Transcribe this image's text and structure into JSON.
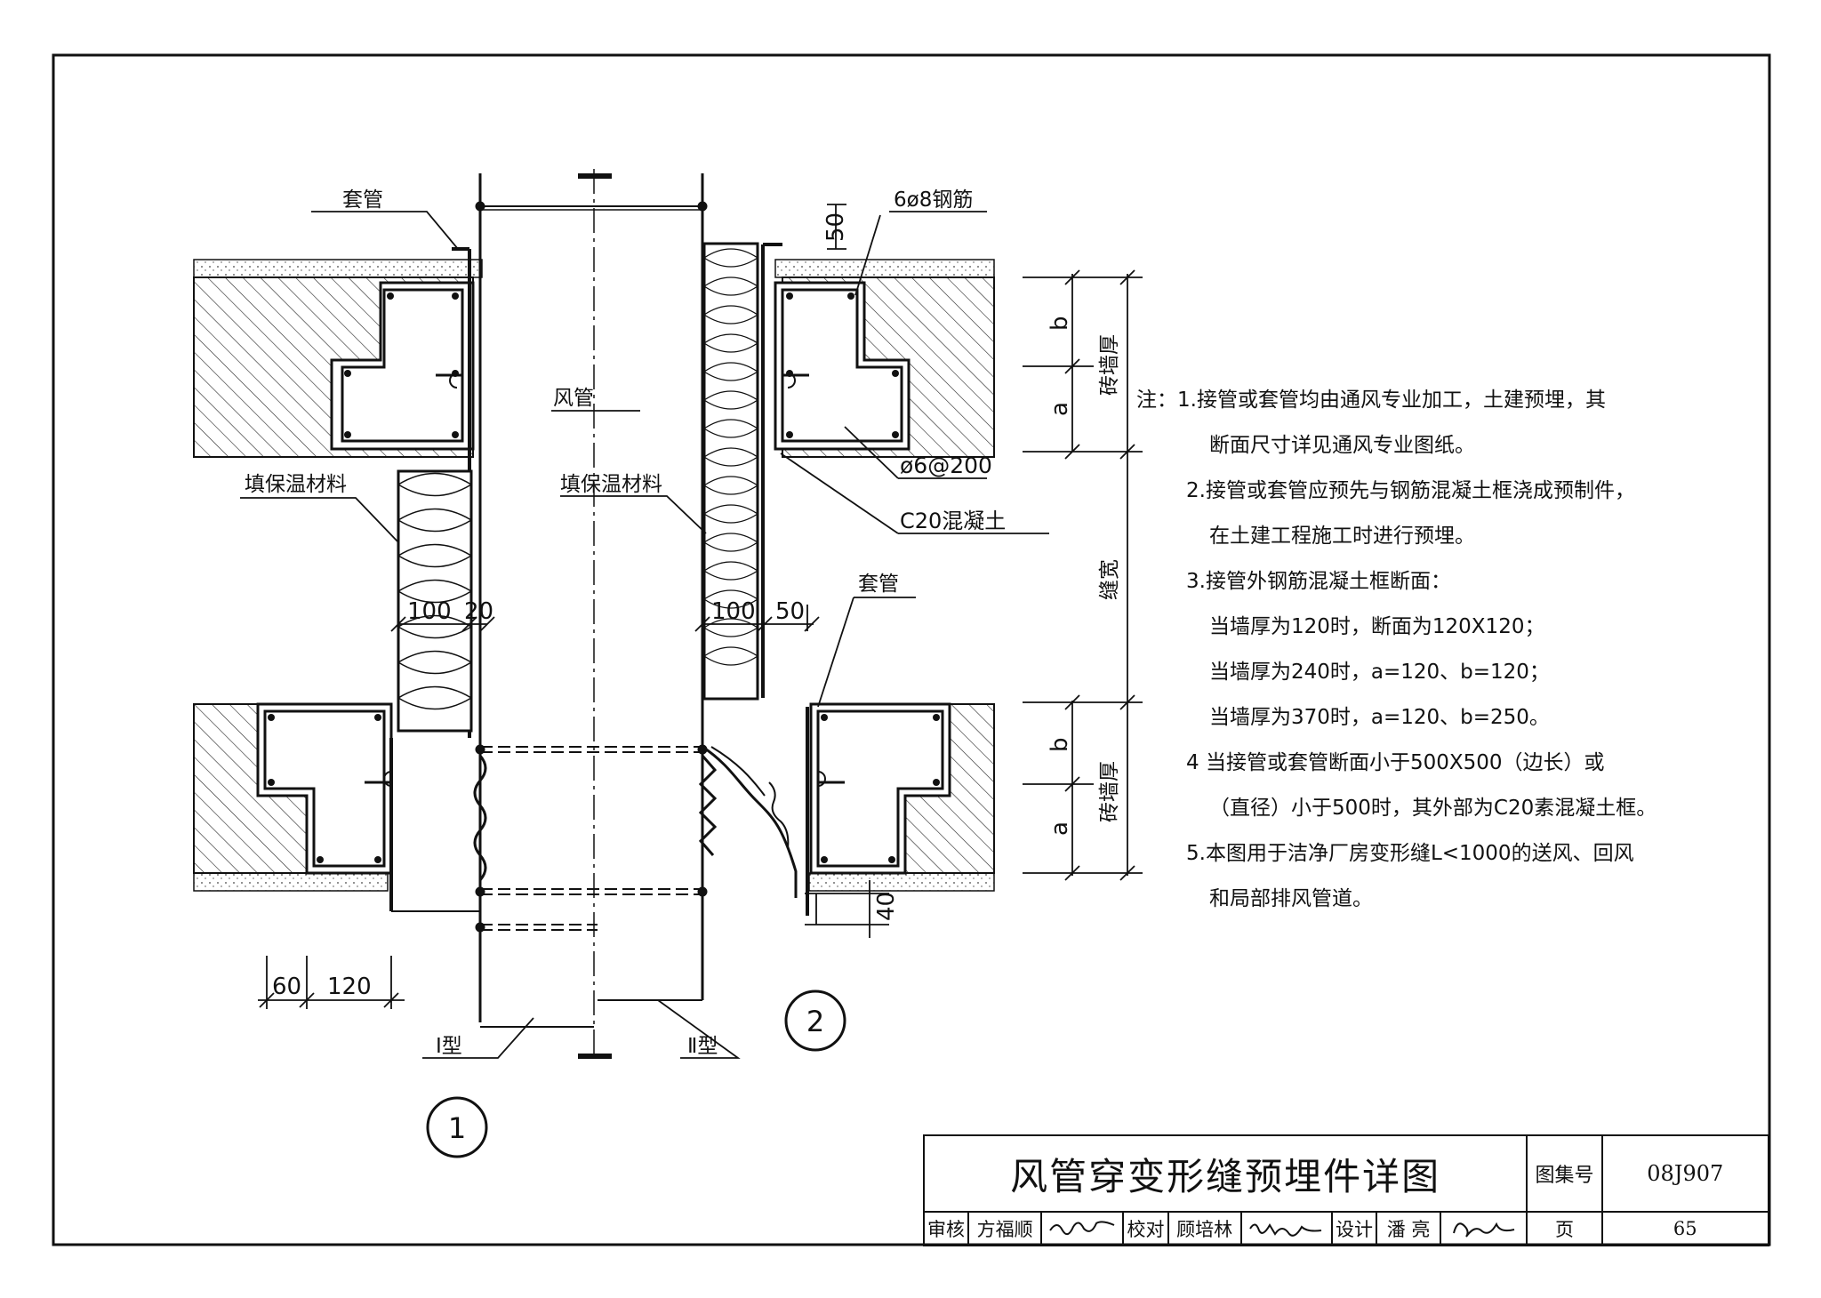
{
  "drawing": {
    "labels": {
      "sleeve_top_left": "套管",
      "rebar_count": "6ø8钢筋",
      "duct": "风管",
      "insulation_left": "填保温材料",
      "insulation_right": "填保温材料",
      "stirrup": "ø6@200",
      "concrete": "C20混凝土",
      "sleeve_right": "套管",
      "wall_thickness_top": "砖墙厚",
      "gap_width": "缝宽",
      "wall_thickness_bottom": "砖墙厚",
      "type_one": "Ⅰ型",
      "type_two": "Ⅱ型",
      "detail_one": "1",
      "detail_two": "2"
    },
    "dimensions": {
      "d50_top": "50",
      "d100_left": "100",
      "d20_left": "20",
      "d100_right": "100",
      "d50_right": "50",
      "d60": "60",
      "d120": "120",
      "d40": "40",
      "b_top": "b",
      "a_top": "a",
      "b_bottom": "b",
      "a_bottom": "a"
    }
  },
  "notes": {
    "prefix": "注：",
    "lines": [
      "1.接管或套管均由通风专业加工，土建预埋，其",
      "断面尺寸详见通风专业图纸。",
      "2.接管或套管应预先与钢筋混凝土框浇成预制件，",
      "在土建工程施工时进行预埋。",
      "3.接管外钢筋混凝土框断面：",
      "当墙厚为120时，断面为120X120；",
      "当墙厚为240时，a=120、b=120；",
      "当墙厚为370时，a=120、b=250。",
      "4  当接管或套管断面小于500X500（边长）或",
      "（直径）小于500时，其外部为C20素混凝土框。",
      "5.本图用于洁净厂房变形缝L<1000的送风、回风",
      "和局部排风管道。"
    ]
  },
  "title_block": {
    "title": "风管穿变形缝预埋件详图",
    "atlas_label": "图集号",
    "atlas_no": "08J907",
    "review_label": "审核",
    "reviewer": "方福顺",
    "check_label": "校对",
    "checker": "顾培林",
    "design_label": "设计",
    "designer": "潘 亮",
    "page_label": "页",
    "page_no": "65"
  }
}
